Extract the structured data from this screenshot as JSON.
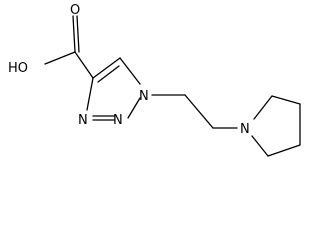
{
  "molecule": {
    "atoms": {
      "hydroxyl": "HO",
      "carbonyl_oxygen": "O",
      "ring_n1": "N",
      "ring_n2": "N",
      "ring_n3": "N",
      "pyrrolidine_n": "N"
    }
  }
}
